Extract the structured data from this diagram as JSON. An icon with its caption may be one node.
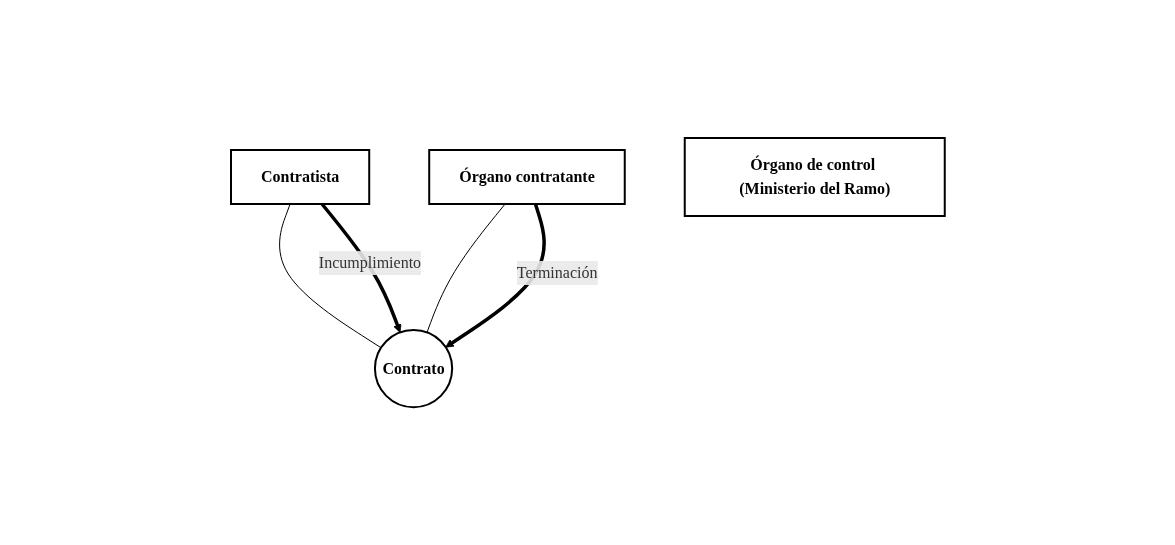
{
  "diagram": {
    "nodes": [
      {
        "text": [
          "Contratista"
        ]
      },
      {
        "text": [
          "Órgano contratante"
        ]
      },
      {
        "text": [
          "Órgano de control (Ministerio del Ramo)"
        ]
      },
      {
        "text": [
          "Contrato"
        ]
      }
    ],
    "edges": [
      {
        "from": 0,
        "to": 3,
        "arrow": "none"
      },
      {
        "from": 1,
        "to": 3,
        "arrow": "none"
      },
      {
        "from": 0,
        "to": 3,
        "arrow": "to",
        "label": "Incumplimiento",
        "style": "thick"
      },
      {
        "from": 1,
        "to": 3,
        "arrow": "to",
        "label": "Terminación",
        "style": "thick"
      }
    ]
  }
}
